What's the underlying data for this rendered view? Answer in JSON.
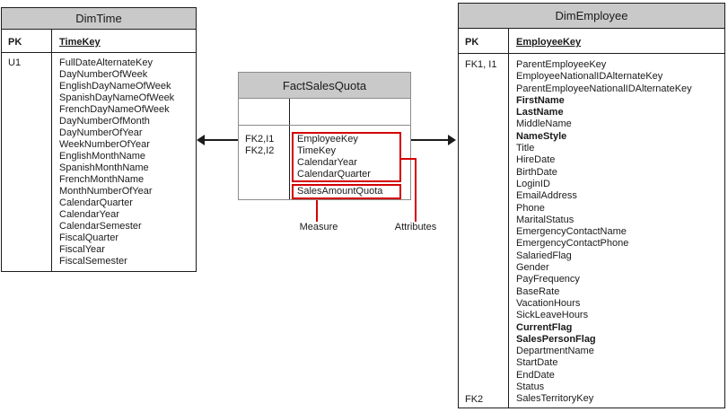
{
  "colors": {
    "header_bg": "#c9c9c9",
    "table_border": "#1c1c1c",
    "fact_border": "#8c8c8c",
    "callout_red": "#d40000",
    "arrow": "#1c1c1c"
  },
  "tables": {
    "dimtime": {
      "title": "DimTime",
      "pk_label": "PK",
      "pk_column": "TimeKey",
      "key_annotations": [
        "U1"
      ],
      "columns": [
        {
          "name": "FullDateAlternateKey"
        },
        {
          "name": "DayNumberOfWeek"
        },
        {
          "name": "EnglishDayNameOfWeek"
        },
        {
          "name": "SpanishDayNameOfWeek"
        },
        {
          "name": "FrenchDayNameOfWeek"
        },
        {
          "name": "DayNumberOfMonth"
        },
        {
          "name": "DayNumberOfYear"
        },
        {
          "name": "WeekNumberOfYear"
        },
        {
          "name": "EnglishMonthName"
        },
        {
          "name": "SpanishMonthName"
        },
        {
          "name": "FrenchMonthName"
        },
        {
          "name": "MonthNumberOfYear"
        },
        {
          "name": "CalendarQuarter"
        },
        {
          "name": "CalendarYear"
        },
        {
          "name": "CalendarSemester"
        },
        {
          "name": "FiscalQuarter"
        },
        {
          "name": "FiscalYear"
        },
        {
          "name": "FiscalSemester"
        }
      ]
    },
    "factsalesquota": {
      "title": "FactSalesQuota",
      "key_annotations": [
        "FK2,I1",
        "FK2,I2"
      ],
      "attribute_columns": [
        {
          "name": "EmployeeKey"
        },
        {
          "name": "TimeKey"
        },
        {
          "name": "CalendarYear"
        },
        {
          "name": "CalendarQuarter"
        }
      ],
      "measure_columns": [
        {
          "name": "SalesAmountQuota"
        }
      ]
    },
    "dimemployee": {
      "title": "DimEmployee",
      "pk_label": "PK",
      "pk_column": "EmployeeKey",
      "key_annotation_top": "FK1, I1",
      "key_annotation_bottom": "FK2",
      "columns": [
        {
          "name": "ParentEmployeeKey"
        },
        {
          "name": "EmployeeNationalIDAlternateKey"
        },
        {
          "name": "ParentEmployeeNationalIDAlternateKey"
        },
        {
          "name": "FirstName",
          "bold": true
        },
        {
          "name": "LastName",
          "bold": true
        },
        {
          "name": "MiddleName"
        },
        {
          "name": "NameStyle",
          "bold": true
        },
        {
          "name": "Title"
        },
        {
          "name": "HireDate"
        },
        {
          "name": "BirthDate"
        },
        {
          "name": "LoginID"
        },
        {
          "name": "EmailAddress"
        },
        {
          "name": "Phone"
        },
        {
          "name": "MaritalStatus"
        },
        {
          "name": "EmergencyContactName"
        },
        {
          "name": "EmergencyContactPhone"
        },
        {
          "name": "SalariedFlag"
        },
        {
          "name": "Gender"
        },
        {
          "name": "PayFrequency"
        },
        {
          "name": "BaseRate"
        },
        {
          "name": "VacationHours"
        },
        {
          "name": "SickLeaveHours"
        },
        {
          "name": "CurrentFlag",
          "bold": true
        },
        {
          "name": "SalesPersonFlag",
          "bold": true
        },
        {
          "name": "DepartmentName"
        },
        {
          "name": "StartDate"
        },
        {
          "name": "EndDate"
        },
        {
          "name": "Status"
        },
        {
          "name": "SalesTerritoryKey"
        }
      ]
    }
  },
  "callouts": {
    "measure": "Measure",
    "attributes": "Attributes"
  }
}
